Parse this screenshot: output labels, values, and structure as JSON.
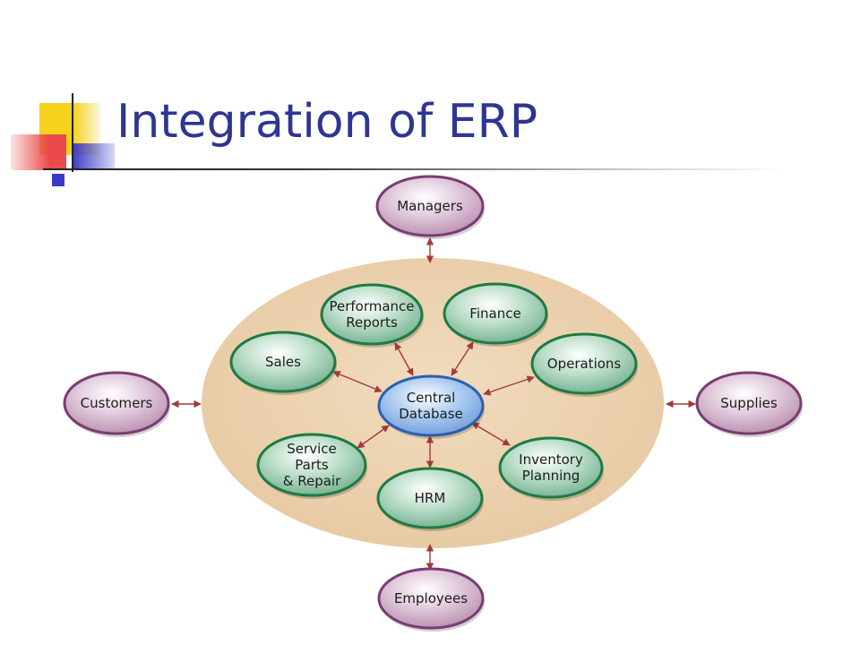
{
  "slide": {
    "title": "Integration of ERP"
  },
  "diagram": {
    "center": {
      "lines": [
        "Central",
        "Database"
      ]
    },
    "modules": [
      {
        "id": "sales",
        "lines": [
          "Sales"
        ]
      },
      {
        "id": "performance-reports",
        "lines": [
          "Performance",
          "Reports"
        ]
      },
      {
        "id": "finance",
        "lines": [
          "Finance"
        ]
      },
      {
        "id": "operations",
        "lines": [
          "Operations"
        ]
      },
      {
        "id": "inventory-planning",
        "lines": [
          "Inventory",
          "Planning"
        ]
      },
      {
        "id": "hrm",
        "lines": [
          "HRM"
        ]
      },
      {
        "id": "service-parts-repair",
        "lines": [
          "Service",
          "Parts",
          "& Repair"
        ]
      }
    ],
    "stakeholders": [
      {
        "id": "managers",
        "lines": [
          "Managers"
        ]
      },
      {
        "id": "customers",
        "lines": [
          "Customers"
        ]
      },
      {
        "id": "supplies",
        "lines": [
          "Supplies"
        ]
      },
      {
        "id": "employees",
        "lines": [
          "Employees"
        ]
      }
    ],
    "colors": {
      "title": "#2e3592",
      "platter": "#eccfaa",
      "module_fill": "#7fb79a",
      "module_stroke": "#1e7a43",
      "stakeholder_fill": "#c9a3bf",
      "stakeholder_stroke": "#7a3d72",
      "center_fill": "#8fb6e6",
      "center_stroke": "#2d5fae",
      "arrow": "#a33a3a",
      "deco_yellow": "#f4d21d",
      "deco_red": "#ea4a4a",
      "deco_blue": "#3a3ac9"
    }
  }
}
